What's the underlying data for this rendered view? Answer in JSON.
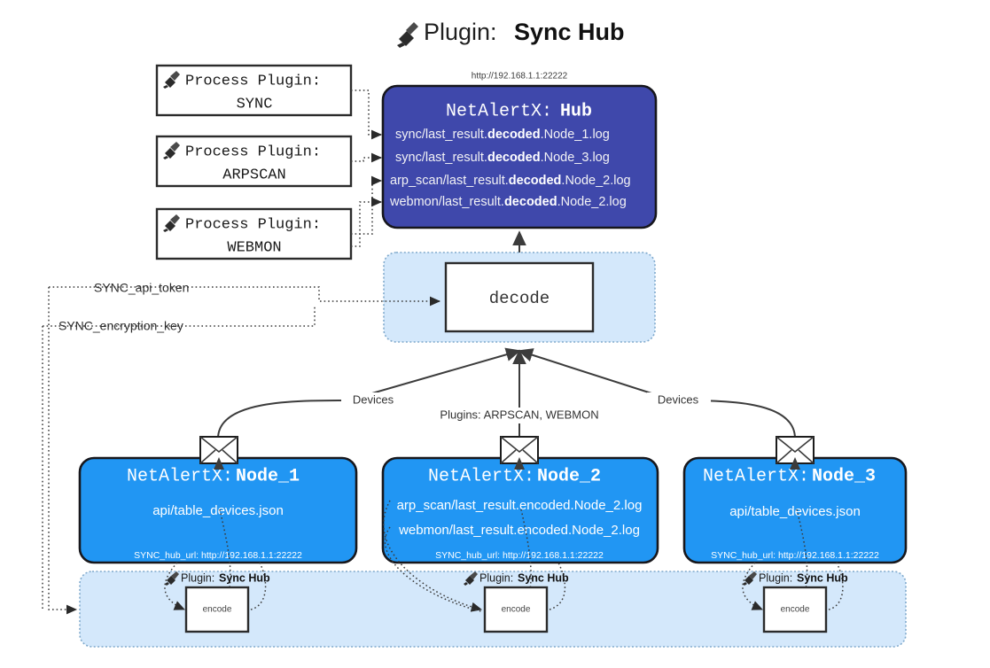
{
  "header": {
    "icon": "plug-icon",
    "title_prefix": "Plugin: ",
    "title_name": "Sync Hub",
    "hub_url": "http://192.168.1.1:22222"
  },
  "process_plugins": [
    {
      "label": "Process Plugin:",
      "name": "SYNC"
    },
    {
      "label": "Process Plugin:",
      "name": "ARPSCAN"
    },
    {
      "label": "Process Plugin:",
      "name": "WEBMON"
    }
  ],
  "hub": {
    "title_prefix": "NetAlertX: ",
    "title_name": "Hub",
    "logs": [
      {
        "pre": "sync/last_result.",
        "bold": "decoded",
        "post": ".Node_1.log"
      },
      {
        "pre": "sync/last_result.",
        "bold": "decoded",
        "post": ".Node_3.log"
      },
      {
        "pre": "arp_scan/last_result.",
        "bold": "decoded",
        "post": ".Node_2.log"
      },
      {
        "pre": "webmon/last_result.",
        "bold": "decoded",
        "post": ".Node_2.log"
      }
    ]
  },
  "decode_panel": {
    "box_label": "decode"
  },
  "settings": {
    "api_token": "SYNC_api_token",
    "encryption_key": "SYNC_encryption_key"
  },
  "edges": {
    "devices_left": "Devices",
    "devices_right": "Devices",
    "plugins_center": "Plugins: ARPSCAN, WEBMON"
  },
  "nodes": [
    {
      "title_prefix": "NetAlertX: ",
      "title_name": "Node_1",
      "lines": [
        "api/table_devices.json"
      ],
      "hub_url_label": "SYNC_hub_url: http://192.168.1.1:22222",
      "mail_icon": "envelope-icon"
    },
    {
      "title_prefix": "NetAlertX: ",
      "title_name": "Node_2",
      "lines": [
        "arp_scan/last_result.encoded.Node_2.log",
        "webmon/last_result.encoded.Node_2.log"
      ],
      "hub_url_label": "SYNC_hub_url: http://192.168.1.1:22222",
      "mail_icon": "envelope-icon"
    },
    {
      "title_prefix": "NetAlertX: ",
      "title_name": "Node_3",
      "lines": [
        "api/table_devices.json"
      ],
      "hub_url_label": "SYNC_hub_url: http://192.168.1.1:22222",
      "mail_icon": "envelope-icon"
    }
  ],
  "encoders": [
    {
      "plugin_prefix": "Plugin: ",
      "plugin_name": "Sync Hub",
      "box_label": "encode"
    },
    {
      "plugin_prefix": "Plugin: ",
      "plugin_name": "Sync Hub",
      "box_label": "encode"
    },
    {
      "plugin_prefix": "Plugin: ",
      "plugin_name": "Sync Hub",
      "box_label": "encode"
    }
  ],
  "colors": {
    "hub": "#3f48ab",
    "node": "#2196f3",
    "panel": "#d4e8fb",
    "panel_border": "#7fa9cc",
    "line": "#3c3c3c"
  }
}
